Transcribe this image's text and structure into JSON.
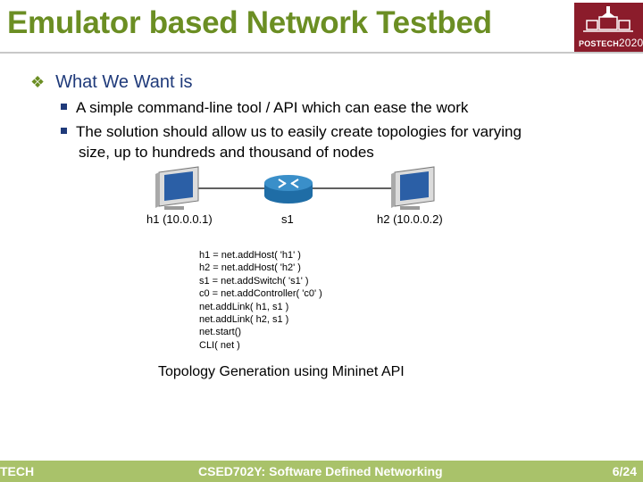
{
  "header": {
    "title": "Emulator based Network Testbed",
    "logo_name": "POSTECH",
    "logo_year": "2020"
  },
  "content": {
    "heading": "What We Want is",
    "bullets": [
      {
        "line1": "A simple command-line tool / API which can ease the work",
        "line2": ""
      },
      {
        "line1": "The solution should allow us to easily create topologies for varying",
        "line2": "size, up to hundreds and thousand of nodes"
      }
    ]
  },
  "diagram": {
    "h1_label": "h1 (10.0.0.1)",
    "s1_label": "s1",
    "h2_label": "h2 (10.0.0.2)",
    "colors": {
      "switch": "#3a8fc9",
      "monitor_screen": "#2b5fa6"
    }
  },
  "code_lines": [
    "h1 = net.addHost( 'h1' )",
    "h2 = net.addHost( 'h2' )",
    "s1 = net.addSwitch( 's1' )",
    "c0 = net.addController( 'c0' )",
    "net.addLink( h1, s1 )",
    "net.addLink( h2, s1 )",
    "net.start()",
    "CLI( net )"
  ],
  "caption": "Topology Generation using Mininet API",
  "footer": {
    "left": "TECH",
    "center": "CSED702Y: Software Defined Networking",
    "page": "6/24"
  }
}
